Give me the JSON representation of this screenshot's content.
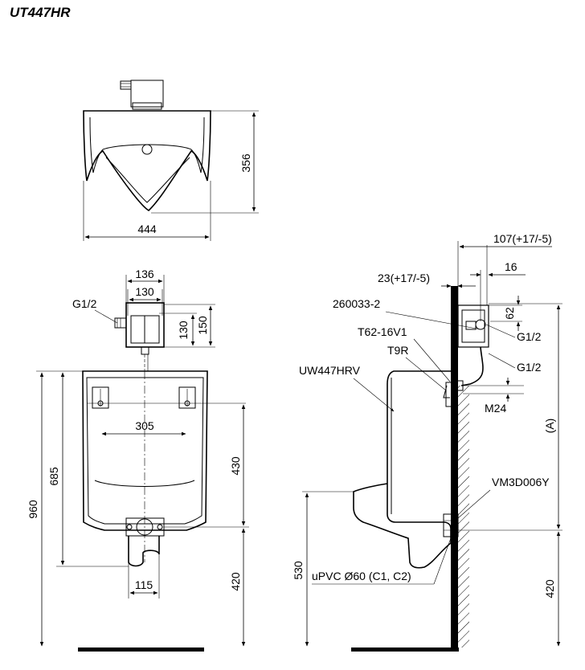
{
  "title": "UT447HR",
  "top_view": {
    "depth": "356",
    "width": "444"
  },
  "front_view": {
    "sensor_width_outer": "136",
    "sensor_width_inner": "130",
    "inlet": "G1/2",
    "sensor_height_inner": "130",
    "sensor_height_outer": "150",
    "bracket_spacing": "305",
    "total_height": "960",
    "body_height": "685",
    "upper_to_outlet": "430",
    "outlet_height": "420",
    "outlet_width": "115"
  },
  "side_view": {
    "depth_adjust": "107(+17/-5)",
    "pipe_offset": "16",
    "wall_offset": "23(+17/-5)",
    "part_valve_body": "260033-2",
    "dim_62": "62",
    "thread_1": "G1/2",
    "part_valve": "T62-16V1",
    "thread_2": "G1/2",
    "part_fitting": "T9R",
    "part_urinal": "UW447HRV",
    "thread_m24": "M24",
    "dim_a": "(A)",
    "part_trap": "VM3D006Y",
    "waste_height": "530",
    "waste_pipe": "uPVC Ø60 (C1, C2)",
    "outlet_height": "420"
  }
}
